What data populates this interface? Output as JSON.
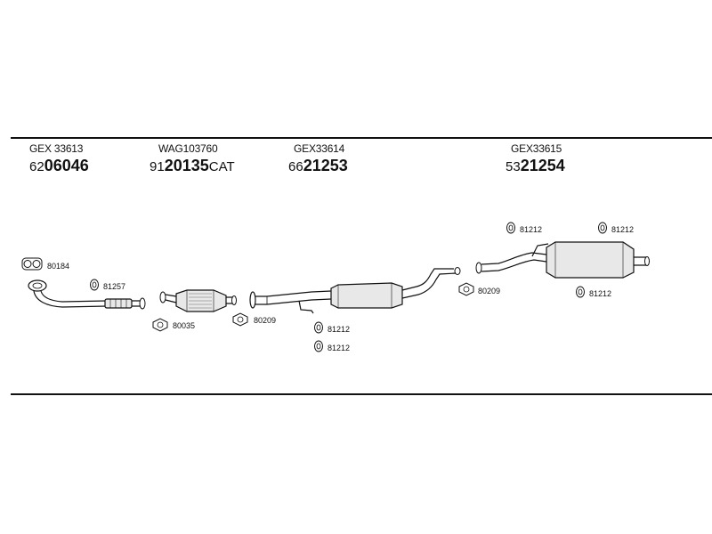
{
  "assemblies": [
    {
      "code": "GEX 33613",
      "prefix": "62",
      "main": "06046",
      "suffix": ""
    },
    {
      "code": "WAG103760",
      "prefix": "91",
      "main": "20135",
      "suffix": "CAT"
    },
    {
      "code": "GEX33614",
      "prefix": "66",
      "main": "21253",
      "suffix": ""
    },
    {
      "code": "GEX33615",
      "prefix": "53",
      "main": "21254",
      "suffix": ""
    }
  ],
  "accessories": {
    "gasket_front": "80184",
    "clamp_front": "81257",
    "gasket_cat": "80035",
    "gasket_mid": "80209",
    "clamp_mid_1": "81212",
    "clamp_mid_2": "81212",
    "gasket_rear": "80209",
    "clamp_rear_1": "81212",
    "clamp_rear_2": "81212",
    "clamp_rear_3": "81212"
  }
}
